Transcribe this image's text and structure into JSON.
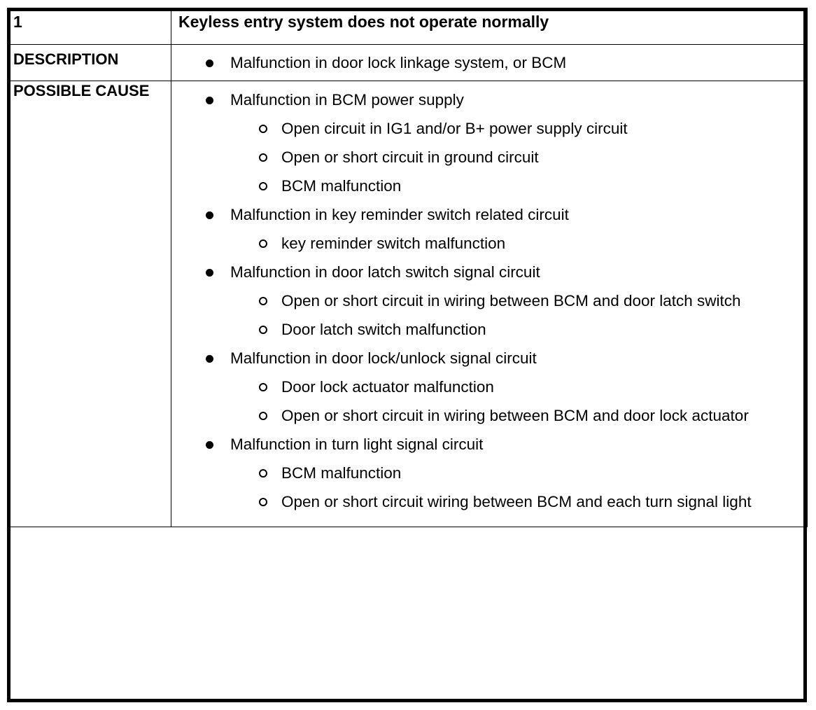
{
  "table": {
    "index": "1",
    "title": "Keyless entry system does not operate normally",
    "rows": [
      {
        "label": "DESCRIPTION",
        "items": [
          {
            "level": 1,
            "text": "Malfunction in door lock linkage system, or BCM"
          }
        ]
      },
      {
        "label": "POSSIBLE CAUSE",
        "items": [
          {
            "level": 1,
            "text": "Malfunction in BCM power supply"
          },
          {
            "level": 2,
            "text": "Open circuit in IG1 and/or B+ power supply circuit"
          },
          {
            "level": 2,
            "text": "Open or short circuit in ground circuit"
          },
          {
            "level": 2,
            "text": "BCM malfunction"
          },
          {
            "level": 1,
            "text": "Malfunction in key reminder switch related circuit"
          },
          {
            "level": 2,
            "text": "key reminder switch malfunction"
          },
          {
            "level": 1,
            "text": "Malfunction in door latch switch signal circuit"
          },
          {
            "level": 2,
            "text": "Open or short circuit in wiring between BCM and door latch switch"
          },
          {
            "level": 2,
            "text": "Door latch switch malfunction"
          },
          {
            "level": 1,
            "text": "Malfunction in door lock/unlock signal circuit"
          },
          {
            "level": 2,
            "text": "Door lock actuator malfunction"
          },
          {
            "level": 2,
            "text": "Open or short circuit in wiring between BCM and door lock actuator"
          },
          {
            "level": 1,
            "text": "Malfunction in turn light signal circuit"
          },
          {
            "level": 2,
            "text": "BCM malfunction"
          },
          {
            "level": 2,
            "text": "Open or short circuit wiring between BCM and each turn signal light"
          }
        ]
      }
    ],
    "colors": {
      "border": "#000000",
      "text": "#000000",
      "background": "#ffffff"
    }
  }
}
